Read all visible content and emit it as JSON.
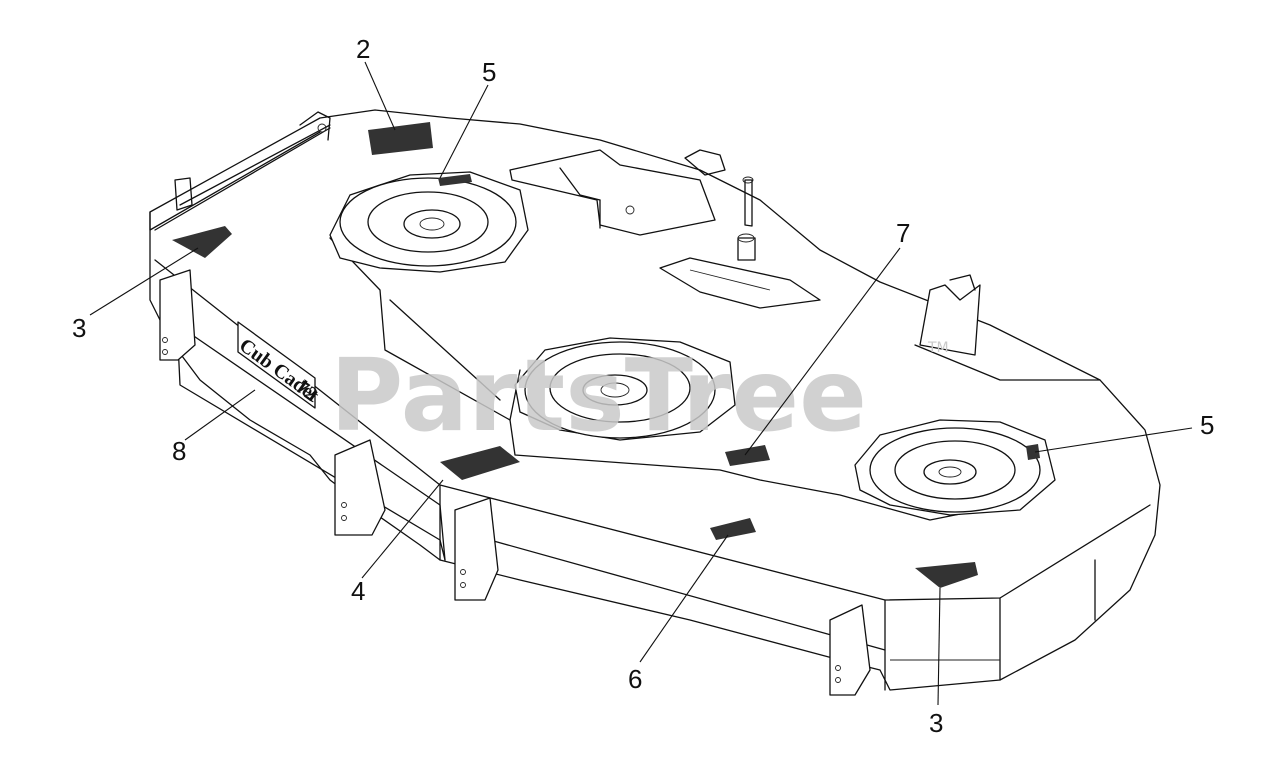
{
  "callouts": [
    {
      "id": "c2",
      "label": "2"
    },
    {
      "id": "c5a",
      "label": "5"
    },
    {
      "id": "c7",
      "label": "7"
    },
    {
      "id": "c3a",
      "label": "3"
    },
    {
      "id": "c5b",
      "label": "5"
    },
    {
      "id": "c8",
      "label": "8"
    },
    {
      "id": "c4",
      "label": "4"
    },
    {
      "id": "c6",
      "label": "6"
    },
    {
      "id": "c3b",
      "label": "3"
    }
  ],
  "watermark": {
    "text": "PartsTree",
    "trademark": "TM"
  },
  "deck_brand": {
    "name": "Cub Cadet",
    "size": "72"
  },
  "colors": {
    "line": "#111111",
    "watermark": "#c9c9c9",
    "background": "#ffffff"
  }
}
